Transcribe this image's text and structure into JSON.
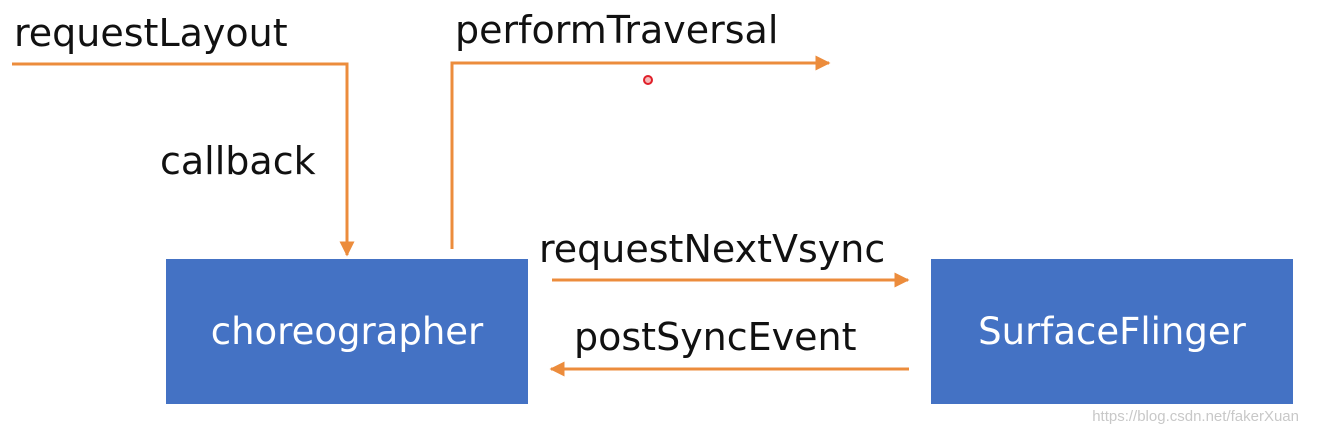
{
  "colors": {
    "arrow": "#ec8c3c",
    "box_fill": "#4472c4",
    "box_text": "#ffffff",
    "label_text": "#111111",
    "pointer_dot": "#e0202a"
  },
  "nodes": {
    "choreographer": "choreographer",
    "surfaceflinger": "SurfaceFlinger"
  },
  "edges": {
    "request_layout": "requestLayout",
    "callback": "callback",
    "perform_traversal": "performTraversal",
    "request_next_vsync": "requestNextVsync",
    "post_sync_event": "postSyncEvent"
  },
  "watermark": "https://blog.csdn.net/fakerXuan"
}
